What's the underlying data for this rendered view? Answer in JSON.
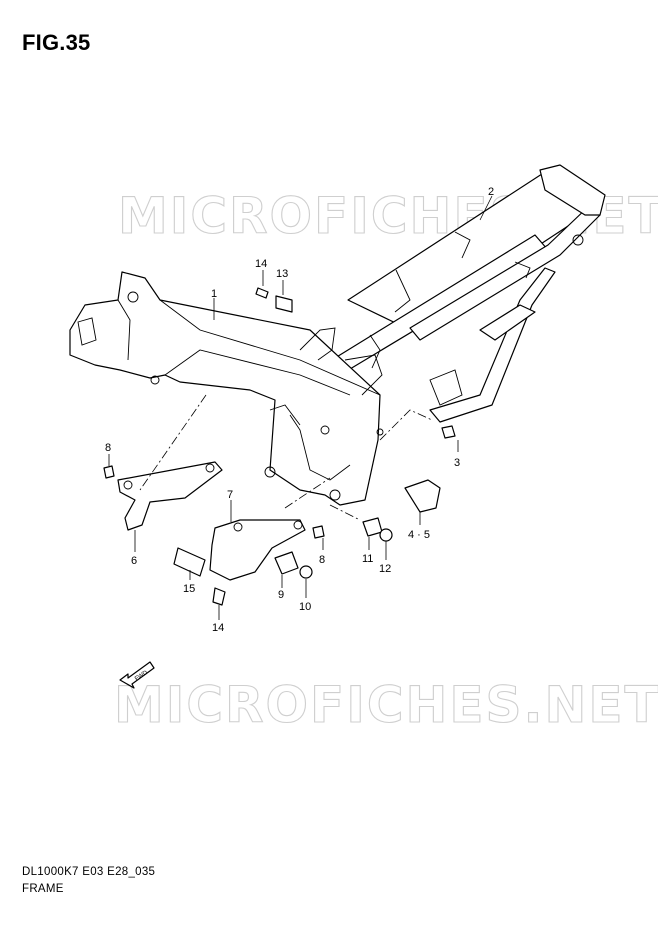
{
  "figure": {
    "title": "FIG.35"
  },
  "watermark": {
    "text": "MICROFICHES.NET",
    "color": "#cfcfcf"
  },
  "fwd_label": "FWD",
  "callouts": {
    "c1": "1",
    "c2": "2",
    "c3": "3",
    "c45": "4 · 5",
    "c6": "6",
    "c7": "7",
    "c8a": "8",
    "c8b": "8",
    "c9": "9",
    "c10": "10",
    "c11": "11",
    "c12": "12",
    "c13": "13",
    "c14a": "14",
    "c14b": "14",
    "c15": "15"
  },
  "footer": {
    "code": "DL1000K7 E03 E28_035",
    "name": "FRAME"
  }
}
